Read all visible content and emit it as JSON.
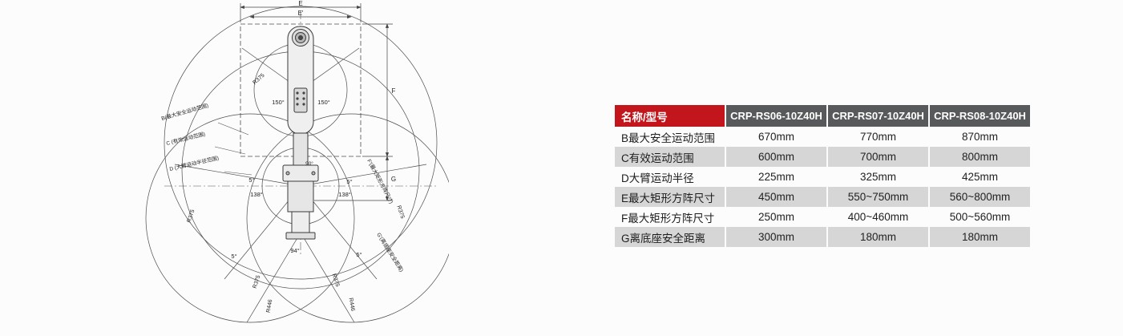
{
  "table": {
    "header": [
      "名称/型号",
      "CRP-RS06-10Z40H",
      "CRP-RS07-10Z40H",
      "CRP-RS08-10Z40H"
    ],
    "rows": [
      {
        "label": "B最大安全运动范围",
        "values": [
          "670mm",
          "770mm",
          "870mm"
        ]
      },
      {
        "label": "C有效运动范围",
        "values": [
          "600mm",
          "700mm",
          "800mm"
        ]
      },
      {
        "label": "D大臂运动半径",
        "values": [
          "225mm",
          "325mm",
          "425mm"
        ]
      },
      {
        "label": "E最大矩形方阵尺寸",
        "values": [
          "450mm",
          "550~750mm",
          "560~800mm"
        ]
      },
      {
        "label": "F最大矩形方阵尺寸",
        "values": [
          "250mm",
          "400~460mm",
          "500~560mm"
        ]
      },
      {
        "label": "G离底座安全距离",
        "values": [
          "300mm",
          "180mm",
          "180mm"
        ]
      }
    ],
    "colors": {
      "header_bg": "#58595B",
      "name_cell_bg": "#C3161C",
      "alt_row_bg": "#D6D6D6"
    }
  },
  "diagram": {
    "dims": {
      "e": "E",
      "e2": "E'",
      "f": "F",
      "g": "G"
    },
    "angles": {
      "a150l": "150°",
      "a150r": "150°",
      "a138l": "138°",
      "a138r": "138°",
      "a90": "90°",
      "a94": "94°",
      "a5a": "5°",
      "a5b": "5°",
      "a5c": "5°",
      "a5d": "5°"
    },
    "radii": {
      "r375a": "R375",
      "r375b": "R375",
      "r375c": "R375",
      "r375d": "R375",
      "r375e": "R375",
      "r446a": "R446",
      "r446b": "R446"
    },
    "callouts": {
      "b": "B(最大安全运动范围)",
      "c": "C (有效运动范围)",
      "d": "D (大臂运动半径范围)",
      "f2": "F'(最大矩形方阵尺寸)",
      "g2": "G'(离底座安全距离)"
    }
  }
}
